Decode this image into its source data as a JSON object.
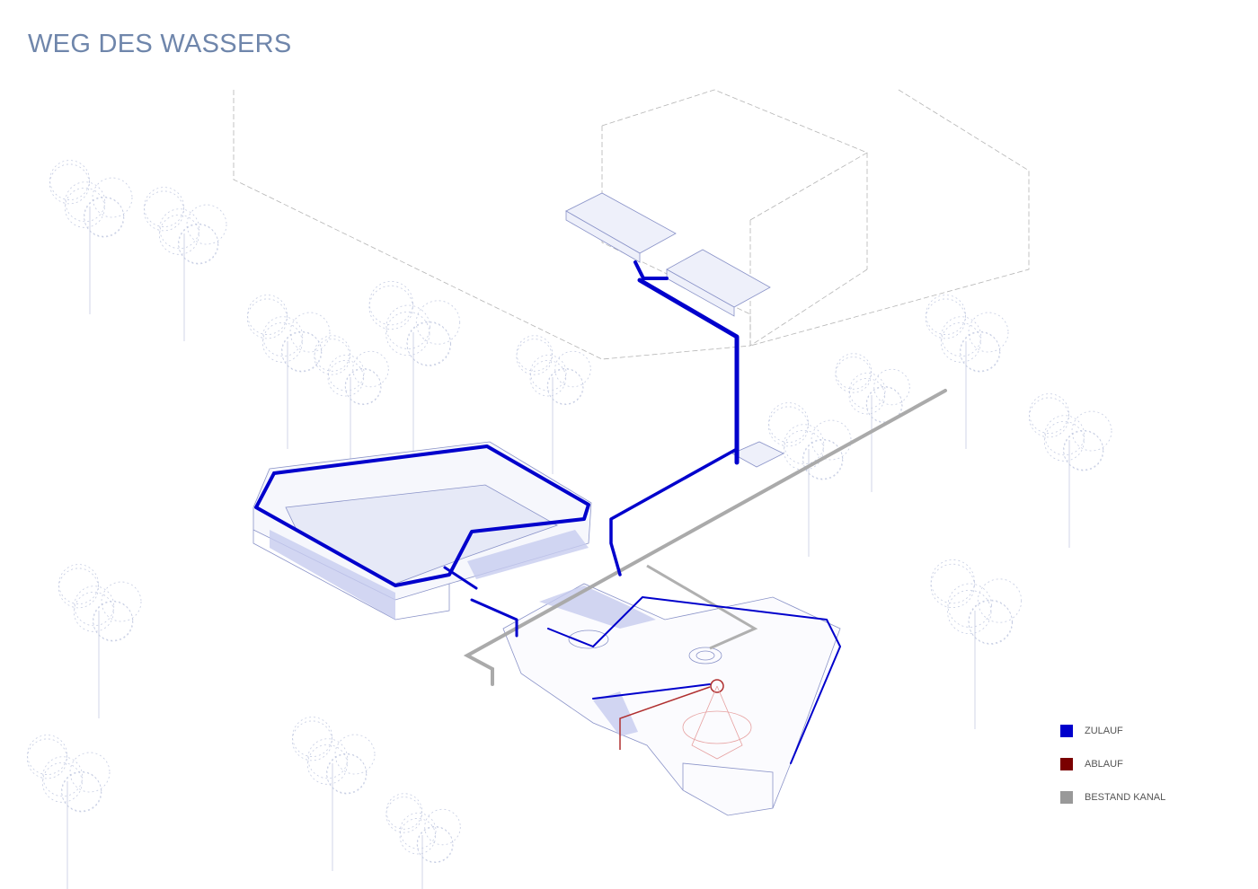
{
  "title": "WEG DES WASSERS",
  "legend": [
    {
      "label": "ZULAUF",
      "color": "#0000cc"
    },
    {
      "label": "ABLAUF",
      "color": "#7a0000"
    },
    {
      "label": "BESTAND KANAL",
      "color": "#999999"
    }
  ],
  "colors": {
    "title": "#6f86ab",
    "linework": "#8a93c8",
    "trees": "#c5cce2"
  }
}
